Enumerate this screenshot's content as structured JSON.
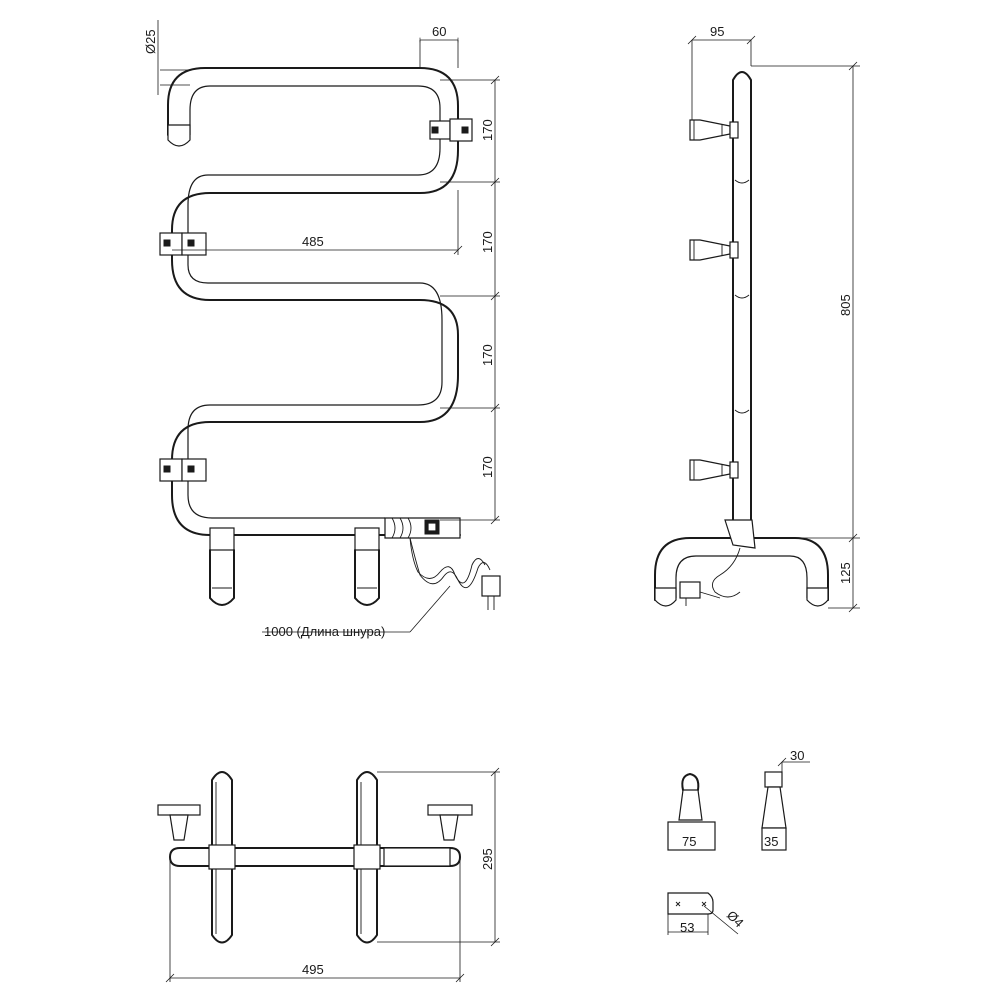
{
  "front_view": {
    "dims": {
      "tube_diameter": "Ø25",
      "bracket_offset": "60",
      "pitch_1": "170",
      "pitch_2": "170",
      "pitch_3": "170",
      "pitch_4": "170",
      "inner_width": "485"
    },
    "cable_note": "1000 (Длина шнура)"
  },
  "side_view": {
    "dims": {
      "wall_offset": "95",
      "body_height": "805",
      "foot_height": "125"
    }
  },
  "top_view": {
    "dims": {
      "depth": "295",
      "overall_width": "495"
    }
  },
  "bracket_detail": {
    "dims": {
      "base_width": "75",
      "side_width": "35",
      "head_width": "30",
      "hole_spacing": "53",
      "hole_diameter": "Ø4"
    }
  }
}
